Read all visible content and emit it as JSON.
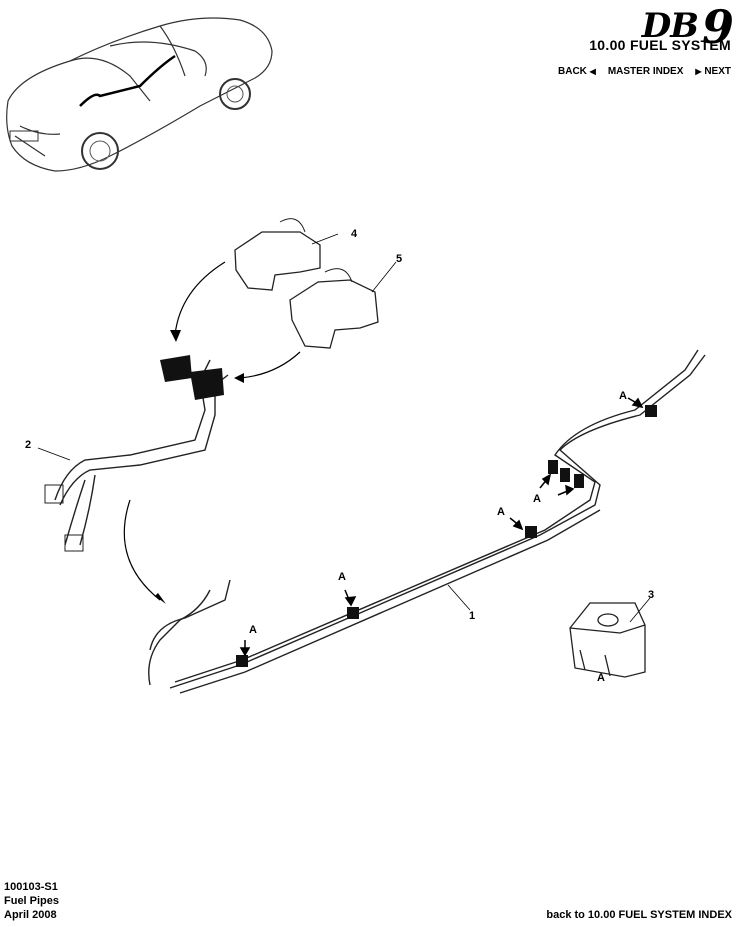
{
  "header": {
    "logo_text": "DB",
    "logo_nine": "9",
    "section_title": "10.00 FUEL SYSTEM",
    "nav": {
      "back": "BACK",
      "master_index": "MASTER INDEX",
      "next": "NEXT"
    }
  },
  "diagram": {
    "labels": {
      "part1": "1",
      "part2": "2",
      "part3": "3",
      "part4": "4",
      "part5": "5",
      "clip_a": "A"
    }
  },
  "footer": {
    "doc_code": "100103-S1",
    "doc_title": "Fuel Pipes",
    "doc_date": "April 2008",
    "back_link": "back to 10.00 FUEL SYSTEM INDEX"
  }
}
